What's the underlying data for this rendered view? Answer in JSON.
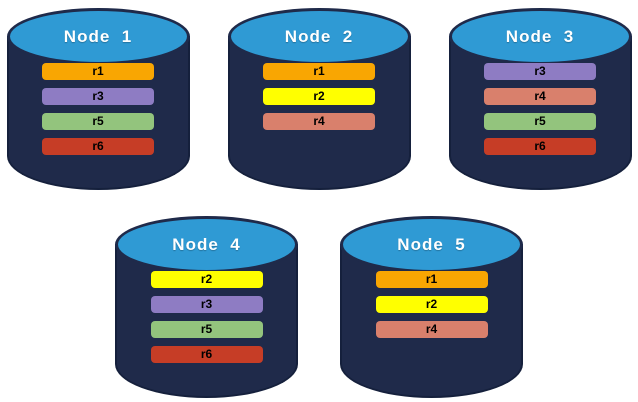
{
  "diagram": {
    "description": "Five database node cylinders showing replica placement",
    "style": {
      "background": "#ffffff",
      "cylinder_body_color": "#1f2a4a",
      "cylinder_outline_color": "#15203c",
      "cylinder_top_color": "#2f9ad4",
      "title_color": "#ffffff",
      "bar_text_color": "#000000"
    },
    "replica_colors": {
      "r1": "#f9a602",
      "r2": "#ffff00",
      "r3": "#8e7cc3",
      "r4": "#d9806c",
      "r5": "#93c47d",
      "r6": "#c63d26"
    },
    "rows": [
      {
        "nodes": [
          {
            "title": "Node  1",
            "replicas": [
              "r1",
              "r3",
              "r5",
              "r6"
            ]
          },
          {
            "title": "Node  2",
            "replicas": [
              "r1",
              "r2",
              "r4"
            ]
          },
          {
            "title": "Node  3",
            "replicas": [
              "r3",
              "r4",
              "r5",
              "r6"
            ]
          }
        ]
      },
      {
        "nodes": [
          {
            "title": "Node  4",
            "replicas": [
              "r2",
              "r3",
              "r5",
              "r6"
            ]
          },
          {
            "title": "Node  5",
            "replicas": [
              "r1",
              "r2",
              "r4"
            ]
          }
        ]
      }
    ]
  }
}
